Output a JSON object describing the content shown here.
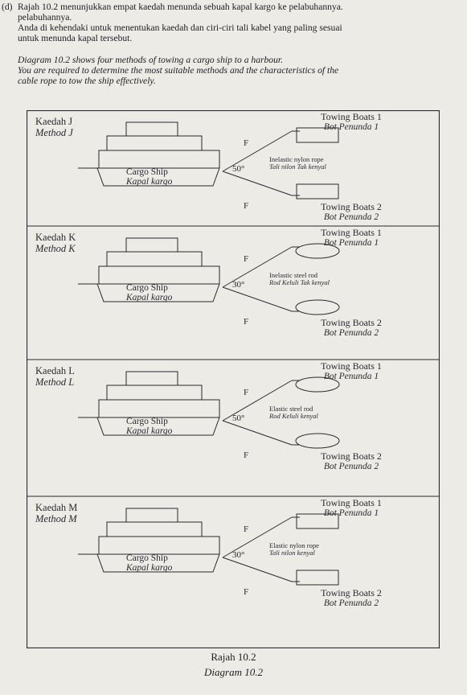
{
  "header": {
    "label": "(d)",
    "malay_line1": "Rajah 10.2 menunjukkan empat kaedah menunda sebuah kapal kargo ke pelabuhannya.",
    "malay_line2": "pelabuhannya.",
    "malay_line3": "Anda di kehendaki untuk menentukan kaedah dan ciri-ciri tali kabel yang paling sesuai",
    "malay_line4": "untuk menunda kapal tersebut.",
    "english_line1": "Diagram 10.2 shows four methods of towing a cargo ship to a harbour.",
    "english_line2": "You are required to determine the most suitable methods and the characteristics of the",
    "english_line3": "cable rope to tow the ship effectively."
  },
  "methods": [
    {
      "kaedah": "Kaedah J",
      "method": "Method J",
      "tow1_en": "Towing Boats 1",
      "tow1_ms": "Bot Penunda 1",
      "tow2_en": "Towing Boats 2",
      "tow2_ms": "Bot Penunda 2",
      "angle": "50°",
      "rope_en": "Inelastic nylon rope",
      "rope_ms": "Tali nilon Tak kenyal",
      "ship_en": "Cargo Ship",
      "ship_ms": "Kapal kargo",
      "force": "F",
      "boat_shape": "rect"
    },
    {
      "kaedah": "Kaedah K",
      "method": "Method K",
      "tow1_en": "Towing Boats 1",
      "tow1_ms": "Bot Penunda 1",
      "tow2_en": "Towing Boats 2",
      "tow2_ms": "Bot Penunda 2",
      "angle": "30°",
      "rope_en": "Inelastic steel rod",
      "rope_ms": "Rod Keluli Tak kenyal",
      "ship_en": "Cargo Ship",
      "ship_ms": "Kapal kargo",
      "force": "F",
      "boat_shape": "ellipse"
    },
    {
      "kaedah": "Kaedah L",
      "method": "Method L",
      "tow1_en": "Towing Boats 1",
      "tow1_ms": "Bot Penunda 1",
      "tow2_en": "Towing Boats 2",
      "tow2_ms": "Bot Penunda 2",
      "angle": "50°",
      "rope_en": "Elastic steel rod",
      "rope_ms": "Rod Keluli kenyal",
      "ship_en": "Cargo Ship",
      "ship_ms": "Kapal kargo",
      "force": "F",
      "boat_shape": "ellipse"
    },
    {
      "kaedah": "Kaedah M",
      "method": "Method M",
      "tow1_en": "Towing Boats 1",
      "tow1_ms": "Bot Penunda 1",
      "tow2_en": "Towing Boats 2",
      "tow2_ms": "Bot Penunda 2",
      "angle": "30°",
      "rope_en": "Elastic nylon rope",
      "rope_ms": "Tali nilon kenyal",
      "ship_en": "Cargo Ship",
      "ship_ms": "Kapal kargo",
      "force": "F",
      "boat_shape": "rect"
    }
  ],
  "caption": {
    "ms": "Rajah 10.2",
    "en": "Diagram 10.2"
  }
}
